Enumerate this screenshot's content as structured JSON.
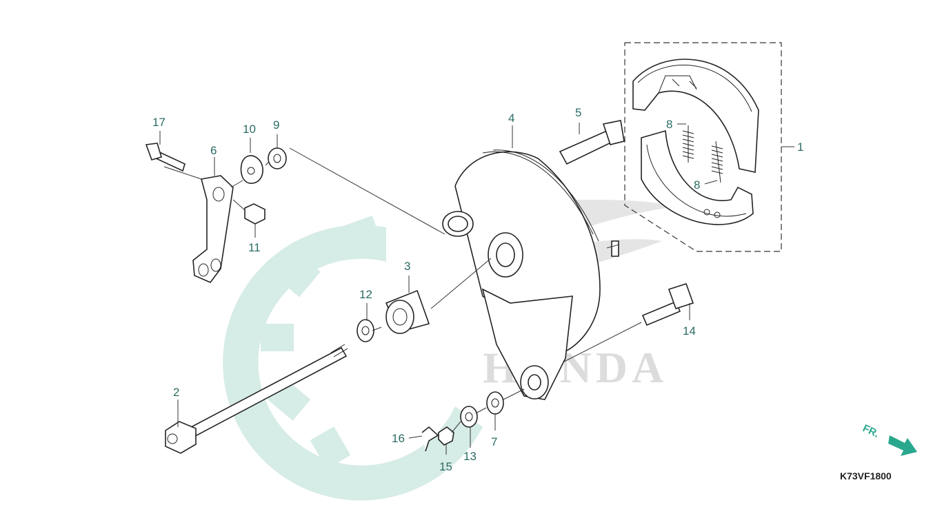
{
  "diagram": {
    "figure_code": "K73VF1800",
    "direction_label": "FR.",
    "watermark_text": "HONDA",
    "colors": {
      "callout": "#2a6b63",
      "watermark": "#cfe6df",
      "arrow": "#2aa88e",
      "line": "#222222"
    },
    "callouts": [
      "1",
      "2",
      "3",
      "4",
      "5",
      "6",
      "7",
      "8",
      "8",
      "9",
      "10",
      "11",
      "12",
      "13",
      "14",
      "15",
      "16",
      "17"
    ]
  }
}
